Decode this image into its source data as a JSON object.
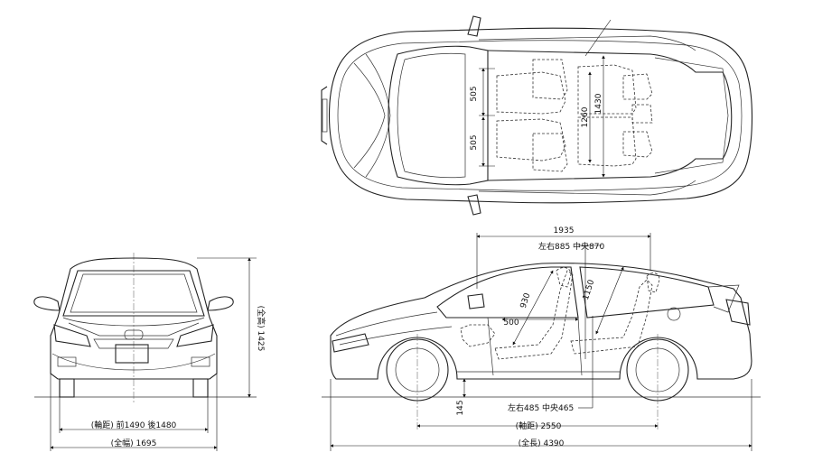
{
  "dimensions": {
    "top_seat_w1": "505",
    "top_seat_w2": "505",
    "top_shoulder": "1260",
    "top_width_inner": "1430",
    "side_length_inner": "1935",
    "side_hip_lr": "左右885 中央870",
    "side_front_head": "930",
    "side_rear_head": "1150",
    "side_legroom": "500",
    "side_ground_clearance": "145",
    "side_hip_low": "左右485 中央465",
    "side_wheelbase": "(軸距) 2550",
    "side_overall_length": "(全長) 4390",
    "front_height": "(全高) 1425",
    "front_tread": "(輪距) 前1490  後1480",
    "front_overall_width": "(全幅) 1695"
  },
  "plate": {
    "text": ""
  }
}
